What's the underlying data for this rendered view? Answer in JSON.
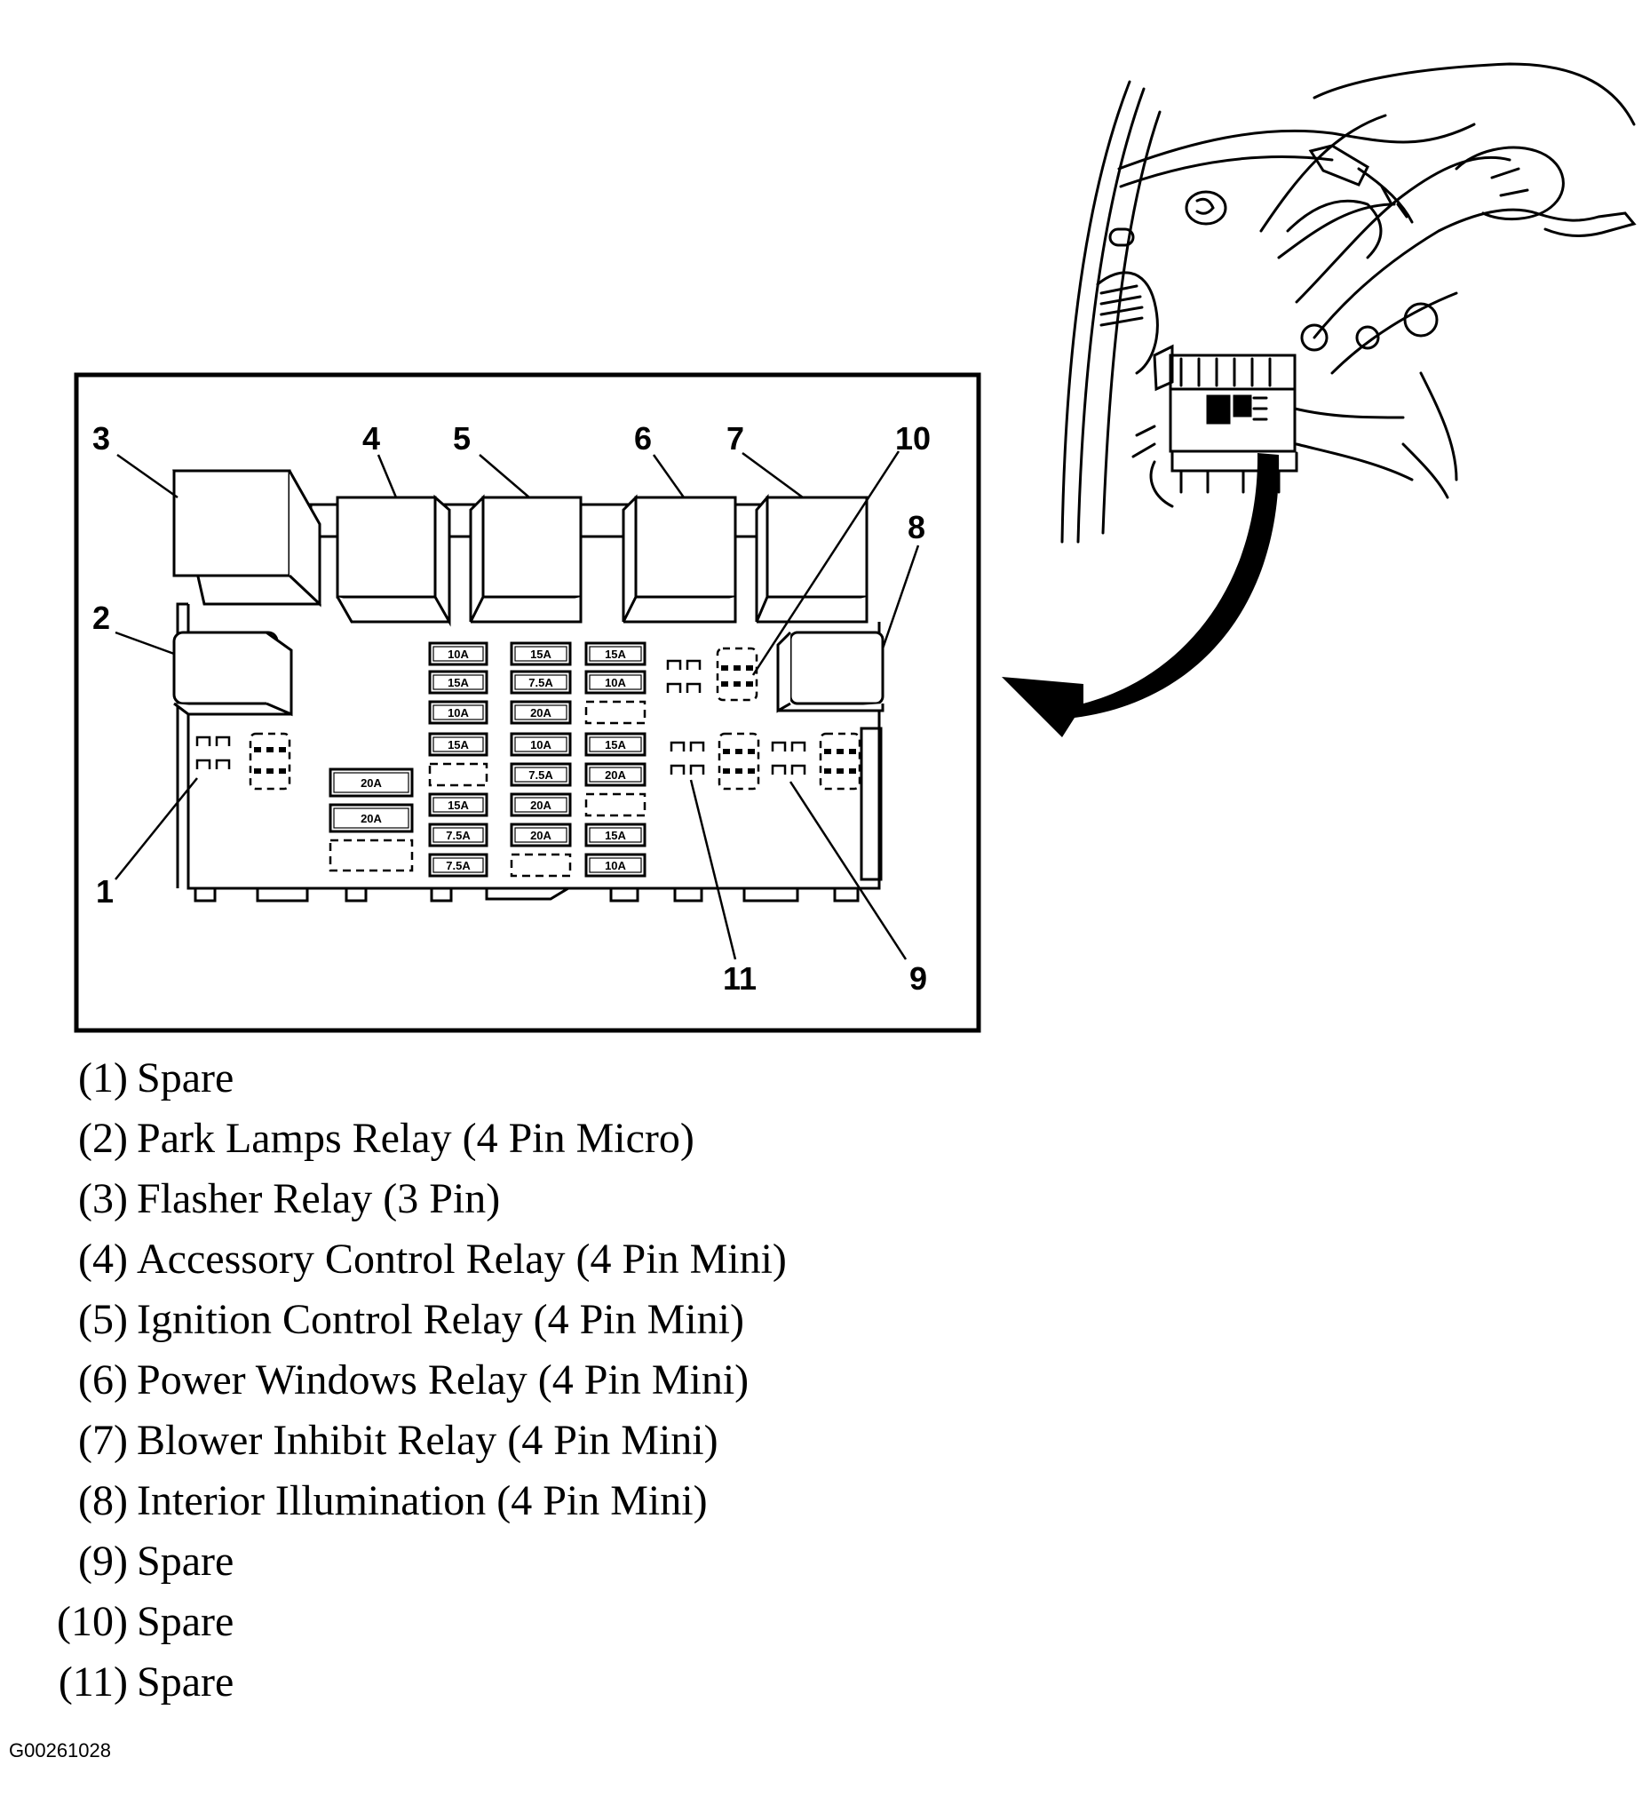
{
  "callouts": [
    "1",
    "2",
    "3",
    "4",
    "5",
    "6",
    "7",
    "8",
    "9",
    "10",
    "11"
  ],
  "fuses": {
    "col_left": [
      "20A",
      "20A"
    ],
    "col1": [
      "10A",
      "15A",
      "10A",
      "15A",
      "",
      "15A",
      "7.5A",
      "7.5A"
    ],
    "col2": [
      "15A",
      "7.5A",
      "20A",
      "10A",
      "7.5A",
      "20A",
      "20A",
      ""
    ],
    "col3": [
      "15A",
      "10A",
      "",
      "15A",
      "20A",
      "",
      "15A",
      "10A"
    ]
  },
  "legend": [
    {
      "num": "(1)",
      "label": "Spare"
    },
    {
      "num": "(2)",
      "label": "Park Lamps Relay (4 Pin Micro)"
    },
    {
      "num": "(3)",
      "label": "Flasher Relay (3 Pin)"
    },
    {
      "num": "(4)",
      "label": "Accessory Control Relay (4 Pin Mini)"
    },
    {
      "num": "(5)",
      "label": "Ignition Control Relay (4 Pin Mini)"
    },
    {
      "num": "(6)",
      "label": "Power Windows Relay (4 Pin Mini)"
    },
    {
      "num": "(7)",
      "label": "Blower Inhibit Relay (4 Pin Mini)"
    },
    {
      "num": "(8)",
      "label": "Interior Illumination (4 Pin Mini)"
    },
    {
      "num": "(9)",
      "label": "Spare"
    },
    {
      "num": "(10)",
      "label": "Spare"
    },
    {
      "num": "(11)",
      "label": "Spare"
    }
  ],
  "figure_id": "G00261028"
}
